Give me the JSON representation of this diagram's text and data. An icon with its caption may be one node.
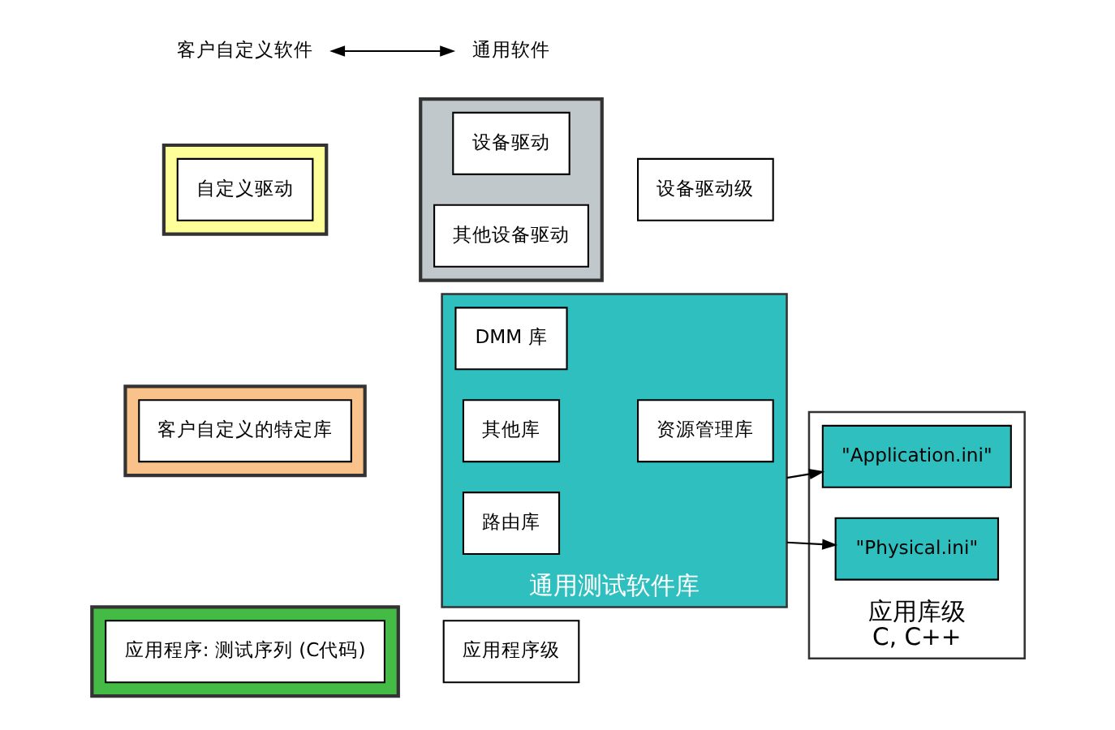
{
  "diagram": {
    "nodes": [
      {
        "text": [],
        "shape": "band"
      },
      {
        "text": [
          "应用程序: 测试序列 (C代码)"
        ],
        "in": 0
      },
      {
        "text": [
          "应用程序级"
        ]
      },
      {
        "text": [],
        "shape": "band"
      },
      {
        "text": [
          "客户自定义的特定库"
        ],
        "in": 3
      },
      {
        "text": [
          "通用测试软件库"
        ]
      },
      {
        "text": [
          "路由库"
        ],
        "in": 5
      },
      {
        "text": [
          "DMM 库"
        ],
        "in": 5
      },
      {
        "text": [
          "其他库"
        ],
        "in": 5
      },
      {
        "text": [
          "资源管理库"
        ],
        "in": 5
      },
      {
        "text": [
          "应用库级",
          "C, C++"
        ]
      },
      {
        "text": [
          "\"Application.ini\""
        ],
        "in": 10
      },
      {
        "text": [
          "\"Physical.ini\""
        ],
        "in": 10
      },
      {
        "text": [],
        "shape": "band"
      },
      {
        "text": [
          "自定义驱动"
        ],
        "in": 13
      },
      {
        "text": [],
        "shape": "band"
      },
      {
        "text": [
          "设备驱动"
        ],
        "in": 15
      },
      {
        "text": [
          "其他设备驱动"
        ],
        "in": 15
      },
      {
        "text": [
          "设备驱动级"
        ]
      },
      {
        "text": [
          "客户自定义软件"
        ]
      },
      {
        "text": [
          "通用软件"
        ]
      }
    ],
    "edges": [
      {
        "from": 5,
        "to": 11,
        "arrow": "to"
      },
      {
        "from": 5,
        "to": 12,
        "arrow": "to"
      },
      {
        "from": 19,
        "to": 20,
        "arrow": "both"
      }
    ]
  }
}
